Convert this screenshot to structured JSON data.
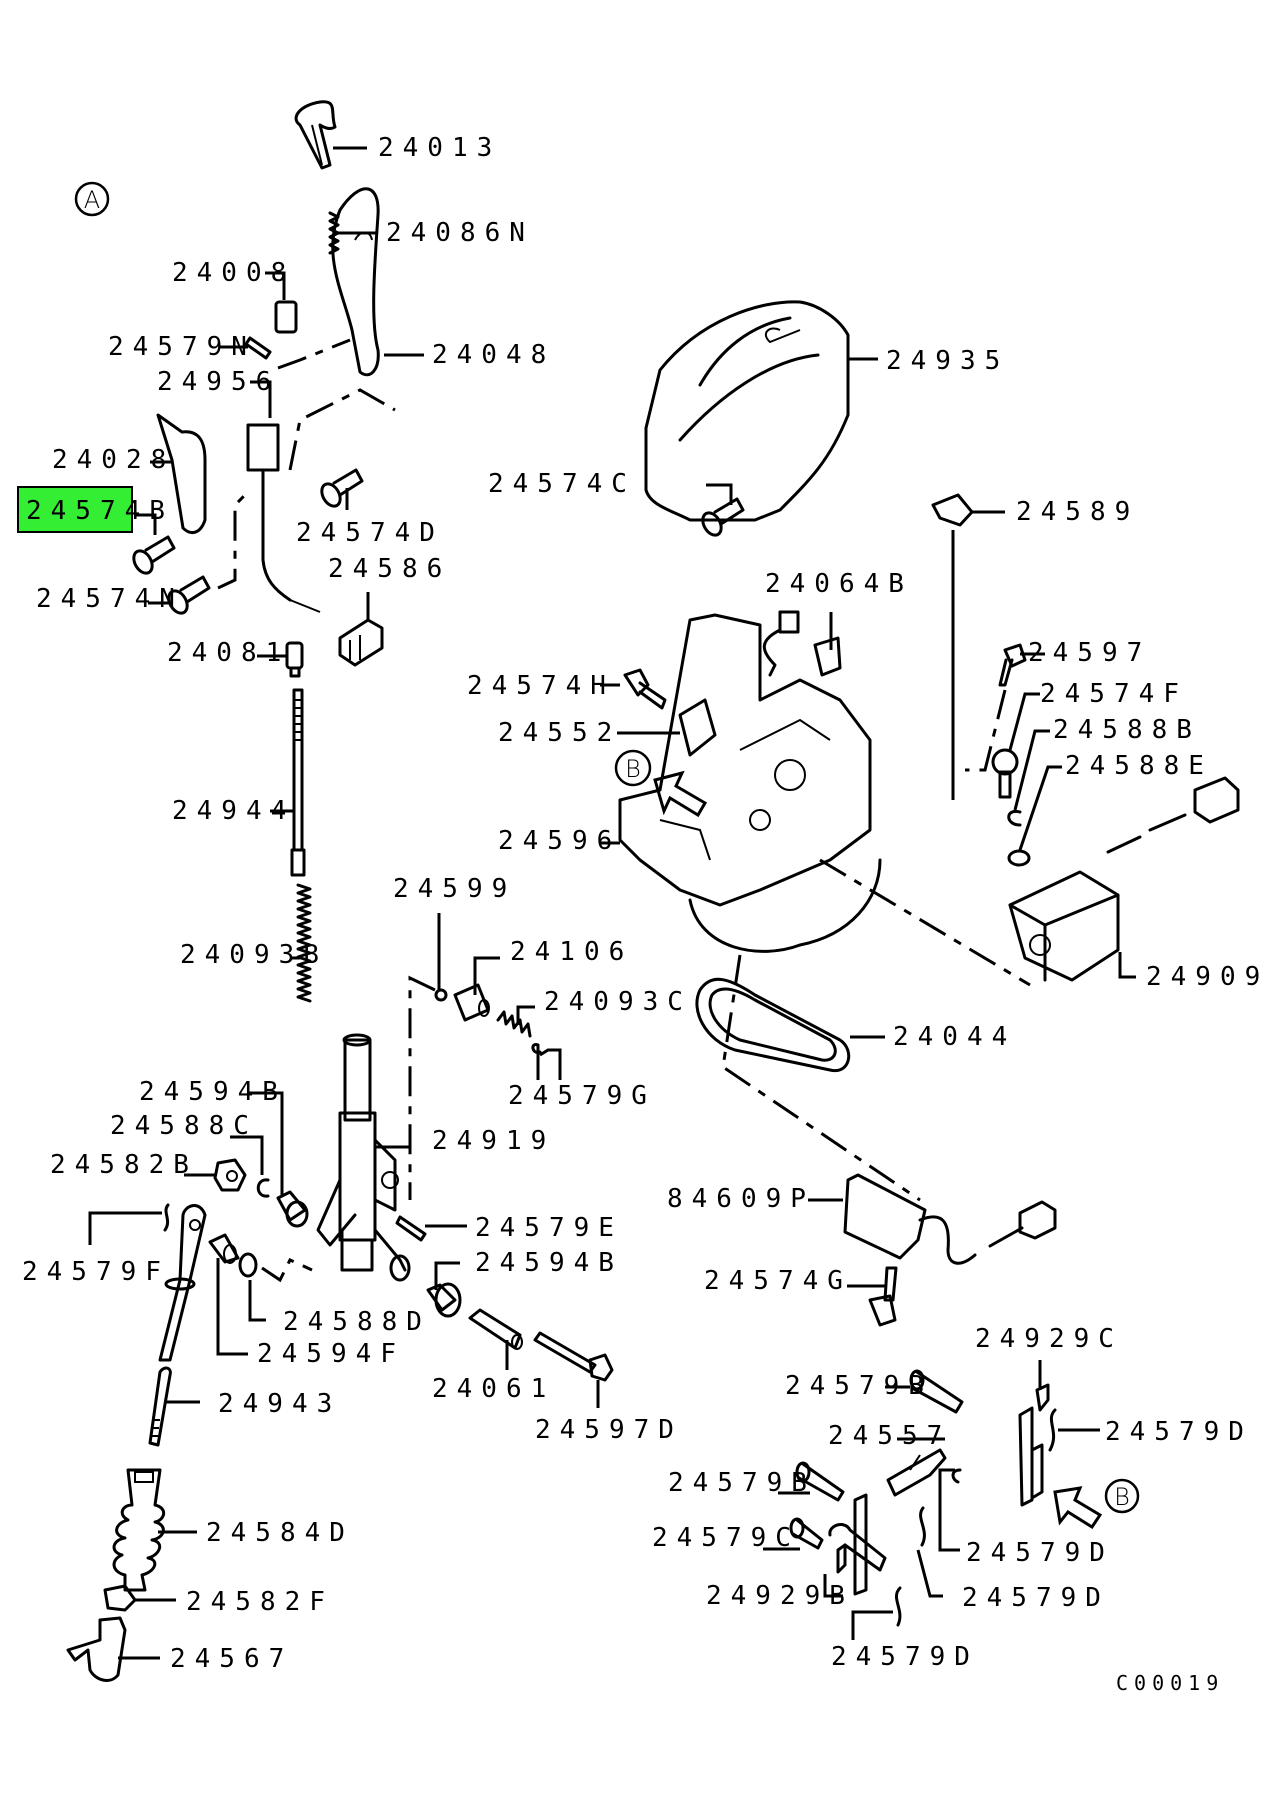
{
  "diagram": {
    "drawing_code": "C00019",
    "views": [
      {
        "id": "A",
        "label": "A"
      },
      {
        "id": "B",
        "label": "B"
      }
    ],
    "highlighted_part": "24574B",
    "highlight_color": "#33ee33",
    "labels": {
      "p24013": "24013",
      "p24086N": "24086N",
      "p24008": "24008",
      "p24579N": "24579N",
      "p24048": "24048",
      "p24956": "24956",
      "p24028": "24028",
      "p24574B": "24574B",
      "p24574D": "24574D",
      "p24574N": "24574N",
      "p24586": "24586",
      "p24081": "24081",
      "p24935": "24935",
      "p24574C": "24574C",
      "p24589": "24589",
      "p24064B": "24064B",
      "p24597": "24597",
      "p24574H": "24574H",
      "p24574F": "24574F",
      "p24552": "24552",
      "p24588B": "24588B",
      "p24588E": "24588E",
      "p24596": "24596",
      "p24944": "24944",
      "p24909": "24909",
      "p24599": "24599",
      "p24093B": "24093B",
      "p24106": "24106",
      "p24093C": "24093C",
      "p24044": "24044",
      "p24579G": "24579G",
      "p24594B_1": "24594B",
      "p24588C": "24588C",
      "p24919": "24919",
      "p24582B": "24582B",
      "p84609P": "84609P",
      "p24579E": "24579E",
      "p24579F": "24579F",
      "p24594B_2": "24594B",
      "p24574G": "24574G",
      "p24588D": "24588D",
      "p24594F": "24594F",
      "p24061": "24061",
      "p24929C": "24929C",
      "p24943": "24943",
      "p24579B_1": "24579B",
      "p24579D_1": "24579D",
      "p24597D": "24597D",
      "p24557": "24557",
      "p24579B_2": "24579B",
      "p24584D": "24584D",
      "p24579C": "24579C",
      "p24579D_2": "24579D",
      "p24582F": "24582F",
      "p24929B": "24929B",
      "p24579D_3": "24579D",
      "p24567": "24567",
      "p24579D_4": "24579D"
    }
  }
}
